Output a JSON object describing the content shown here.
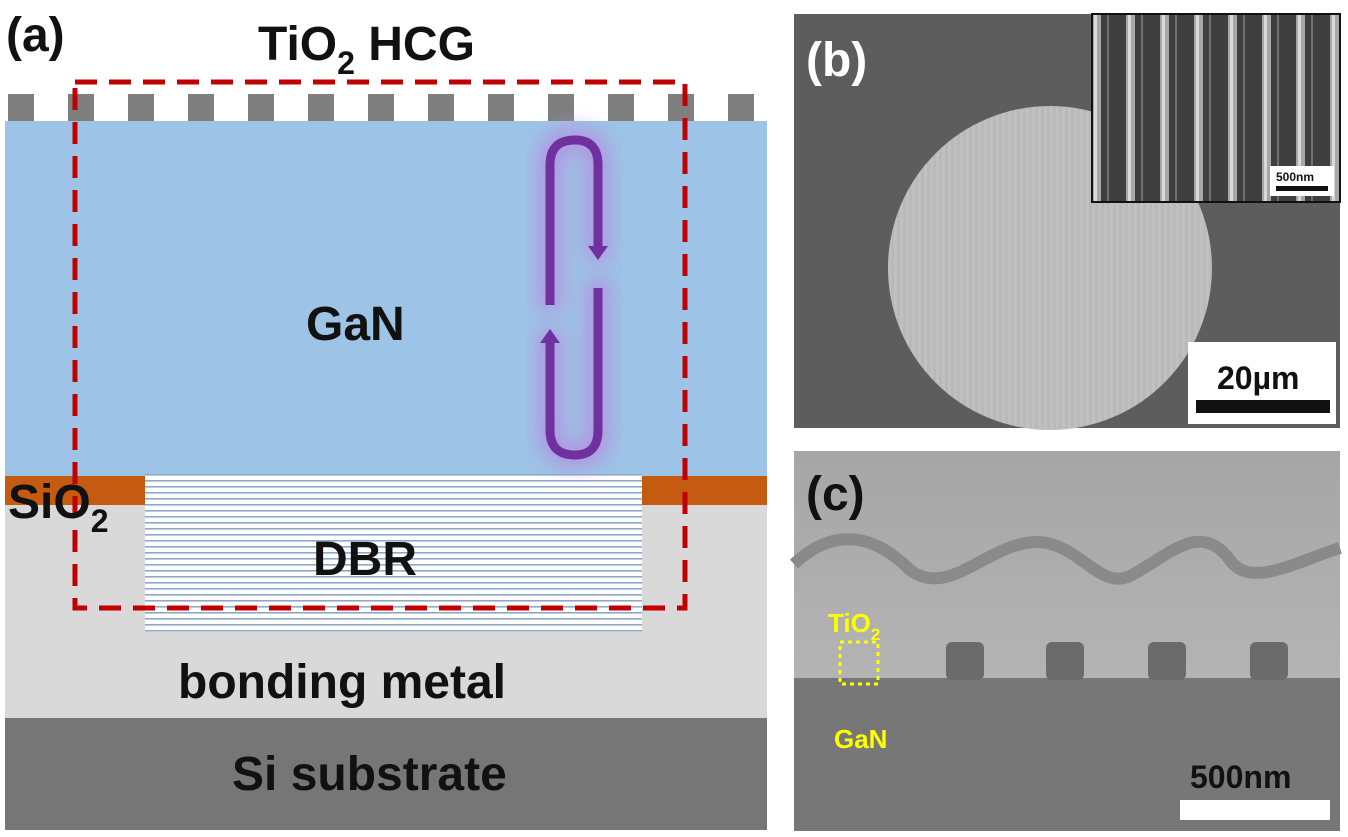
{
  "panel_a": {
    "label": "(a)",
    "hcg_label": {
      "main": "TiO",
      "sub": "2",
      "tail": " HCG"
    },
    "gan_label": "GaN",
    "sio2_label": {
      "main": "SiO",
      "sub": "2"
    },
    "dbr_label": "DBR",
    "metal_label": "bonding metal",
    "substrate_label": "Si substrate"
  },
  "panel_b": {
    "label": "(b)",
    "scale_label": "20µm",
    "inset_scale_label": "500nm"
  },
  "panel_c": {
    "label": "(c)",
    "tio2_label": {
      "main": "TiO",
      "sub": "2"
    },
    "gan_label": "GaN",
    "scale_label": "500nm"
  },
  "colors": {
    "gan": "#9dc3e6",
    "sio2": "#c55a11",
    "metal": "#d9d9d9",
    "substrate": "#767676",
    "hcg_bars": "#7f7f7f",
    "dashed_box": "#c00000",
    "mode_arrow": "#7030a0",
    "annotation_yellow": "#ffff00"
  }
}
